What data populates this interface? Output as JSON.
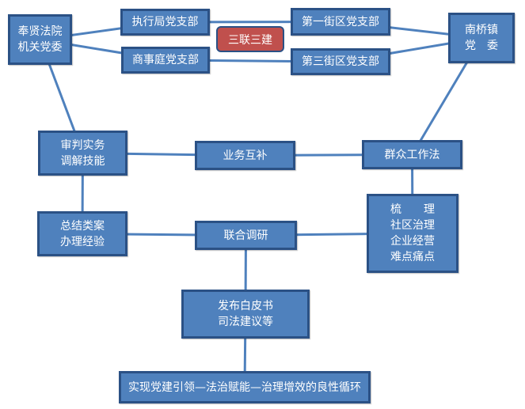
{
  "colors": {
    "node_fill": "#4f81bd",
    "node_border": "#2b5185",
    "badge_fill": "#c0504d",
    "line": "#4f81bd",
    "text": "#ffffff"
  },
  "nodes": {
    "fengxian_court": {
      "lines": [
        "奉贤法院",
        "机关党委"
      ]
    },
    "execution_branch": {
      "lines": [
        "执行局党支部"
      ]
    },
    "commercial_branch": {
      "lines": [
        "商事庭党支部"
      ]
    },
    "first_street_branch": {
      "lines": [
        "第一街区党支部"
      ]
    },
    "third_street_branch": {
      "lines": [
        "第三街区党支部"
      ]
    },
    "nanqiao_committee": {
      "lines": [
        "南桥镇",
        "党　委"
      ]
    },
    "trial_practice": {
      "lines": [
        "审判实务",
        "调解技能"
      ]
    },
    "business_complement": {
      "lines": [
        "业务互补"
      ]
    },
    "mass_work_method": {
      "lines": [
        "群众工作法"
      ]
    },
    "summarize_cases": {
      "lines": [
        "总结类案",
        "办理经验"
      ]
    },
    "joint_research": {
      "lines": [
        "联合调研"
      ]
    },
    "sort_out": {
      "lines": [
        "梳　　理",
        "社区治理",
        "企业经营",
        "难点痛点"
      ]
    },
    "white_paper": {
      "lines": [
        "发布白皮书",
        "司法建议等"
      ]
    },
    "goal": {
      "lines": [
        "实现党建引领—法治赋能—治理增效的良性循环"
      ]
    }
  },
  "badge": {
    "label": "三联三建"
  },
  "edges": [
    [
      "fengxian_court",
      "execution_branch"
    ],
    [
      "fengxian_court",
      "commercial_branch"
    ],
    [
      "execution_branch",
      "first_street_branch"
    ],
    [
      "commercial_branch",
      "third_street_branch"
    ],
    [
      "first_street_branch",
      "nanqiao_committee"
    ],
    [
      "third_street_branch",
      "nanqiao_committee"
    ],
    [
      "fengxian_court",
      "trial_practice"
    ],
    [
      "nanqiao_committee",
      "mass_work_method"
    ],
    [
      "trial_practice",
      "business_complement"
    ],
    [
      "business_complement",
      "mass_work_method"
    ],
    [
      "trial_practice",
      "summarize_cases"
    ],
    [
      "mass_work_method",
      "sort_out"
    ],
    [
      "summarize_cases",
      "joint_research"
    ],
    [
      "joint_research",
      "sort_out"
    ],
    [
      "joint_research",
      "white_paper"
    ],
    [
      "white_paper",
      "goal"
    ]
  ]
}
